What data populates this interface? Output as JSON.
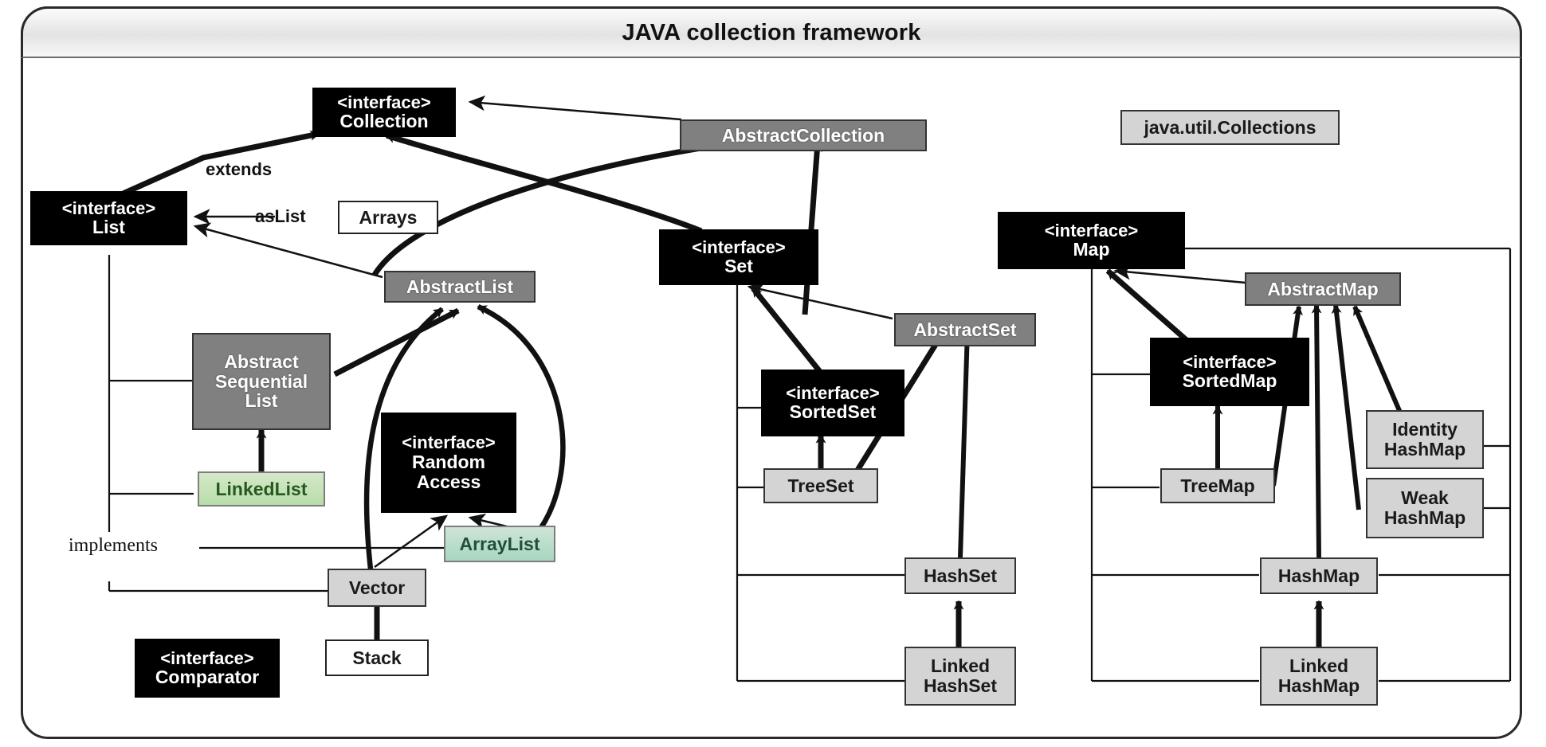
{
  "window": {
    "title": "JAVA collection framework"
  },
  "labels": {
    "extends": "extends",
    "as_list": "asList",
    "implements": "implements"
  },
  "interface_tag": "<interface>",
  "nodes": {
    "collection": {
      "tag": "<interface>",
      "name": "Collection",
      "kind": "interface"
    },
    "list": {
      "tag": "<interface>",
      "name": "List",
      "kind": "interface"
    },
    "set": {
      "tag": "<interface>",
      "name": "Set",
      "kind": "interface"
    },
    "map": {
      "tag": "<interface>",
      "name": "Map",
      "kind": "interface"
    },
    "sorted_set": {
      "tag": "<interface>",
      "name": "SortedSet",
      "kind": "interface"
    },
    "sorted_map": {
      "tag": "<interface>",
      "name": "SortedMap",
      "kind": "interface"
    },
    "random_access": {
      "tag": "<interface>",
      "name": "Random\nAccess",
      "line1": "Random",
      "line2": "Access",
      "kind": "interface"
    },
    "comparator": {
      "tag": "<interface>",
      "name": "Comparator",
      "kind": "interface"
    },
    "abstract_collection": {
      "name": "AbstractCollection",
      "kind": "abstract"
    },
    "abstract_list": {
      "name": "AbstractList",
      "kind": "abstract"
    },
    "abstract_set": {
      "name": "AbstractSet",
      "kind": "abstract"
    },
    "abstract_map": {
      "name": "AbstractMap",
      "kind": "abstract"
    },
    "abstract_sequential_list": {
      "name": "AbstractSequentialList",
      "line1": "Abstract",
      "line2": "Sequential",
      "line3": "List",
      "kind": "abstract"
    },
    "arrays": {
      "name": "Arrays",
      "kind": "plain"
    },
    "stack": {
      "name": "Stack",
      "kind": "plain"
    },
    "vector": {
      "name": "Vector",
      "kind": "concrete"
    },
    "linked_list": {
      "name": "LinkedList",
      "kind": "highlight-green"
    },
    "array_list": {
      "name": "ArrayList",
      "kind": "highlight-teal"
    },
    "tree_set": {
      "name": "TreeSet",
      "kind": "concrete"
    },
    "hash_set": {
      "name": "HashSet",
      "kind": "concrete"
    },
    "linked_hash_set": {
      "name": "LinkedHashSet",
      "line1": "Linked",
      "line2": "HashSet",
      "kind": "concrete"
    },
    "tree_map": {
      "name": "TreeMap",
      "kind": "concrete"
    },
    "hash_map": {
      "name": "HashMap",
      "kind": "concrete"
    },
    "linked_hash_map": {
      "name": "LinkedHashMap",
      "line1": "Linked",
      "line2": "HashMap",
      "kind": "concrete"
    },
    "identity_hash_map": {
      "name": "IdentityHashMap",
      "line1": "Identity",
      "line2": "HashMap",
      "kind": "concrete"
    },
    "weak_hash_map": {
      "name": "WeakHashMap",
      "line1": "Weak",
      "line2": "HashMap",
      "kind": "concrete"
    },
    "collections_util": {
      "name": "java.util.Collections",
      "kind": "concrete"
    }
  },
  "colors": {
    "interface_bg": "#000000",
    "interface_fg": "#ffffff",
    "abstract_bg": "#808080",
    "concrete_bg": "#d4d4d4",
    "plain_bg": "#ffffff",
    "highlight_green": "#b9ddaa",
    "highlight_teal": "#a8d6c0",
    "line": "#111111"
  },
  "relations": [
    {
      "from": "AbstractCollection",
      "to": "Collection",
      "type": "implements"
    },
    {
      "from": "List",
      "to": "Collection",
      "type": "extends"
    },
    {
      "from": "Set",
      "to": "Collection",
      "type": "extends"
    },
    {
      "from": "Arrays",
      "to": "List",
      "type": "asList"
    },
    {
      "from": "AbstractList",
      "to": "List",
      "type": "implements"
    },
    {
      "from": "AbstractList",
      "to": "AbstractCollection",
      "type": "extends"
    },
    {
      "from": "AbstractSet",
      "to": "AbstractCollection",
      "type": "extends"
    },
    {
      "from": "AbstractSet",
      "to": "Set",
      "type": "implements"
    },
    {
      "from": "SortedSet",
      "to": "Set",
      "type": "extends"
    },
    {
      "from": "AbstractSequentialList",
      "to": "AbstractList",
      "type": "extends"
    },
    {
      "from": "LinkedList",
      "to": "AbstractSequentialList",
      "type": "extends"
    },
    {
      "from": "Vector",
      "to": "AbstractList",
      "type": "extends"
    },
    {
      "from": "ArrayList",
      "to": "AbstractList",
      "type": "extends"
    },
    {
      "from": "Vector",
      "to": "RandomAccess",
      "type": "implements"
    },
    {
      "from": "ArrayList",
      "to": "RandomAccess",
      "type": "implements"
    },
    {
      "from": "Stack",
      "to": "Vector",
      "type": "extends"
    },
    {
      "from": "TreeSet",
      "to": "SortedSet",
      "type": "implements"
    },
    {
      "from": "TreeSet",
      "to": "AbstractSet",
      "type": "extends"
    },
    {
      "from": "HashSet",
      "to": "AbstractSet",
      "type": "extends"
    },
    {
      "from": "LinkedHashSet",
      "to": "HashSet",
      "type": "extends"
    },
    {
      "from": "AbstractMap",
      "to": "Map",
      "type": "implements"
    },
    {
      "from": "SortedMap",
      "to": "Map",
      "type": "extends"
    },
    {
      "from": "TreeMap",
      "to": "SortedMap",
      "type": "implements"
    },
    {
      "from": "TreeMap",
      "to": "AbstractMap",
      "type": "extends"
    },
    {
      "from": "HashMap",
      "to": "AbstractMap",
      "type": "extends"
    },
    {
      "from": "WeakHashMap",
      "to": "AbstractMap",
      "type": "extends"
    },
    {
      "from": "IdentityHashMap",
      "to": "AbstractMap",
      "type": "extends"
    },
    {
      "from": "LinkedHashMap",
      "to": "HashMap",
      "type": "extends"
    }
  ]
}
